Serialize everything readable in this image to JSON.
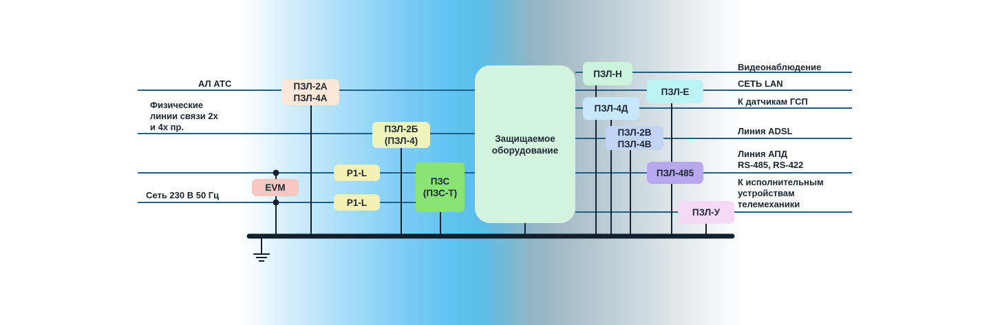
{
  "colors": {
    "line": "#1f5f86",
    "bus": "#12202d",
    "text": "#1b2530"
  },
  "left_labels": {
    "al_ats": "АЛ АТС",
    "physical": [
      "Физические",
      "линии связи 2х",
      "и 4х пр."
    ],
    "power": "Сеть 230 В 50 Гц"
  },
  "right_labels": {
    "video": "Видеонаблюдение",
    "lan": "СЕТЬ LAN",
    "gsp": "К датчикам ГСП",
    "adsl": "Линия ADSL",
    "apd": [
      "Линия АПД",
      "RS-485, RS-422"
    ],
    "telemech": [
      "К исполнительным",
      "устройствам",
      "телемеханики"
    ]
  },
  "devices": {
    "pzl2a": [
      "ПЗЛ-2А",
      "ПЗЛ-4А"
    ],
    "pzl2b": [
      "ПЗЛ-2Б",
      "(ПЗЛ-4)"
    ],
    "evm": "EVM",
    "p1l_top": "P1-L",
    "p1l_bottom": "P1-L",
    "pzs": [
      "ПЗС",
      "(ПЗС-Т)"
    ],
    "protected": [
      "Защищаемое",
      "оборудование"
    ],
    "pzl_n": "ПЗЛ-Н",
    "pzl_e": "ПЗЛ-Е",
    "pzl_4d": "ПЗЛ-4Д",
    "pzl_2v": [
      "ПЗЛ-2В",
      "ПЗЛ-4В"
    ],
    "pzl_485": "ПЗЛ-485",
    "pzl_u": "ПЗЛ-У"
  }
}
